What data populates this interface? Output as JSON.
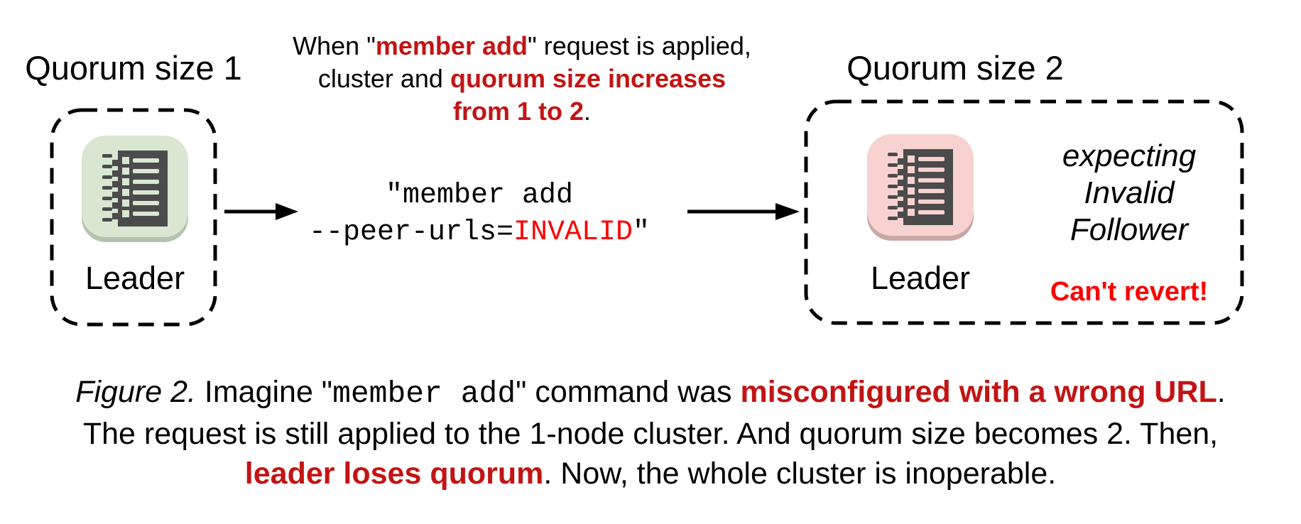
{
  "colors": {
    "red_dark": "#c21414",
    "red_bright": "#fa0202",
    "icon_green_bg": "#d9e7d2",
    "icon_green_shadow": "#b4c3ad",
    "icon_pink_bg": "#f7d2d0",
    "icon_pink_shadow": "#c8a7a5",
    "glyph_gray": "#4b4b4b"
  },
  "left_cluster": {
    "title": "Quorum size 1",
    "node_label": "Leader"
  },
  "right_cluster": {
    "title": "Quorum size 2",
    "node_label": "Leader",
    "status_lines": [
      "expecting",
      "Invalid",
      "Follower"
    ],
    "warning": "Can't revert!"
  },
  "top_note": {
    "lines": [
      [
        {
          "t": "When \"",
          "s": "n"
        },
        {
          "t": "member add",
          "s": "rb"
        },
        {
          "t": "\" request is applied,",
          "s": "n"
        }
      ],
      [
        {
          "t": "cluster and ",
          "s": "n"
        },
        {
          "t": "quorum size increases",
          "s": "rb"
        }
      ],
      [
        {
          "t": "from 1 to 2",
          "s": "rb"
        },
        {
          "t": ".",
          "s": "n"
        }
      ]
    ]
  },
  "command": {
    "lines": [
      [
        {
          "t": "\"member add",
          "s": "m"
        }
      ],
      [
        {
          "t": "--peer-urls=",
          "s": "m"
        },
        {
          "t": "INVALID",
          "s": "mr"
        },
        {
          "t": "\"",
          "s": "m"
        }
      ]
    ]
  },
  "caption": {
    "lines": [
      [
        {
          "t": "Figure 2.",
          "s": "i"
        },
        {
          "t": " Imagine \"",
          "s": "n"
        },
        {
          "t": "member add",
          "s": "m"
        },
        {
          "t": "\" command was ",
          "s": "n"
        },
        {
          "t": "misconfigured with a wrong URL",
          "s": "rb"
        },
        {
          "t": ".",
          "s": "n"
        }
      ],
      [
        {
          "t": "The request is still applied to the 1-node cluster. And quorum size becomes 2. Then,",
          "s": "n"
        }
      ],
      [
        {
          "t": "leader loses quorum",
          "s": "rb"
        },
        {
          "t": ". Now, the whole cluster is inoperable.",
          "s": "n"
        }
      ]
    ]
  }
}
